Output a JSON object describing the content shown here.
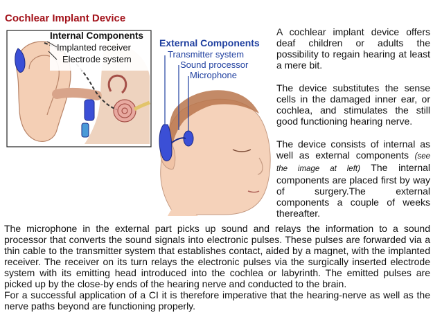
{
  "title": "Cochlear Implant Device",
  "figure": {
    "internal_heading": "Internal Components",
    "internal_items": [
      "Implanted receiver",
      "Electrode system"
    ],
    "external_heading": "External Components",
    "external_items": [
      "Transmitter system",
      "Sound processor",
      "Microphone"
    ]
  },
  "side_paragraphs": {
    "p1": "A cochlear implant device offers deaf children or adults the possibility to regain hearing at least a mere bit.",
    "p2": "The device substitutes the sense cells in the damaged inner ear, or cochlea, and stimulates the still good functioning hearing nerve.",
    "p3_before": "The device consists of internal as well as external components ",
    "p3_italic": "(see the image at left)",
    "p3_after": " The internal components are placed first by way of surgery.The external components a couple of weeks thereafter."
  },
  "bottom_paragraphs": {
    "p1": "The microphone in the external part picks up sound and relays the information to a sound processor that converts the sound signals into electronic pulses. These pulses are forwarded via a thin cable to the transmitter system that establishes contact, aided by a magnet, with the implanted receiver. The receiver on its turn relays the electronic pulses via the surgically inserted electrode system with its emitting head introduced into the cochlea or labyrinth. The emitted pulses are picked up by the close-by ends of the hearing nerve and conducted to the brain.",
    "p2": "For a successful application of a CI it is therefore imperative that the hearing-nerve as well as the nerve paths beyond are functioning properly."
  },
  "colors": {
    "title": "#a3121a",
    "external_heading": "#1f3f9f",
    "implant_blue": "#3b4fd6",
    "skin": "#f4cfb5"
  }
}
